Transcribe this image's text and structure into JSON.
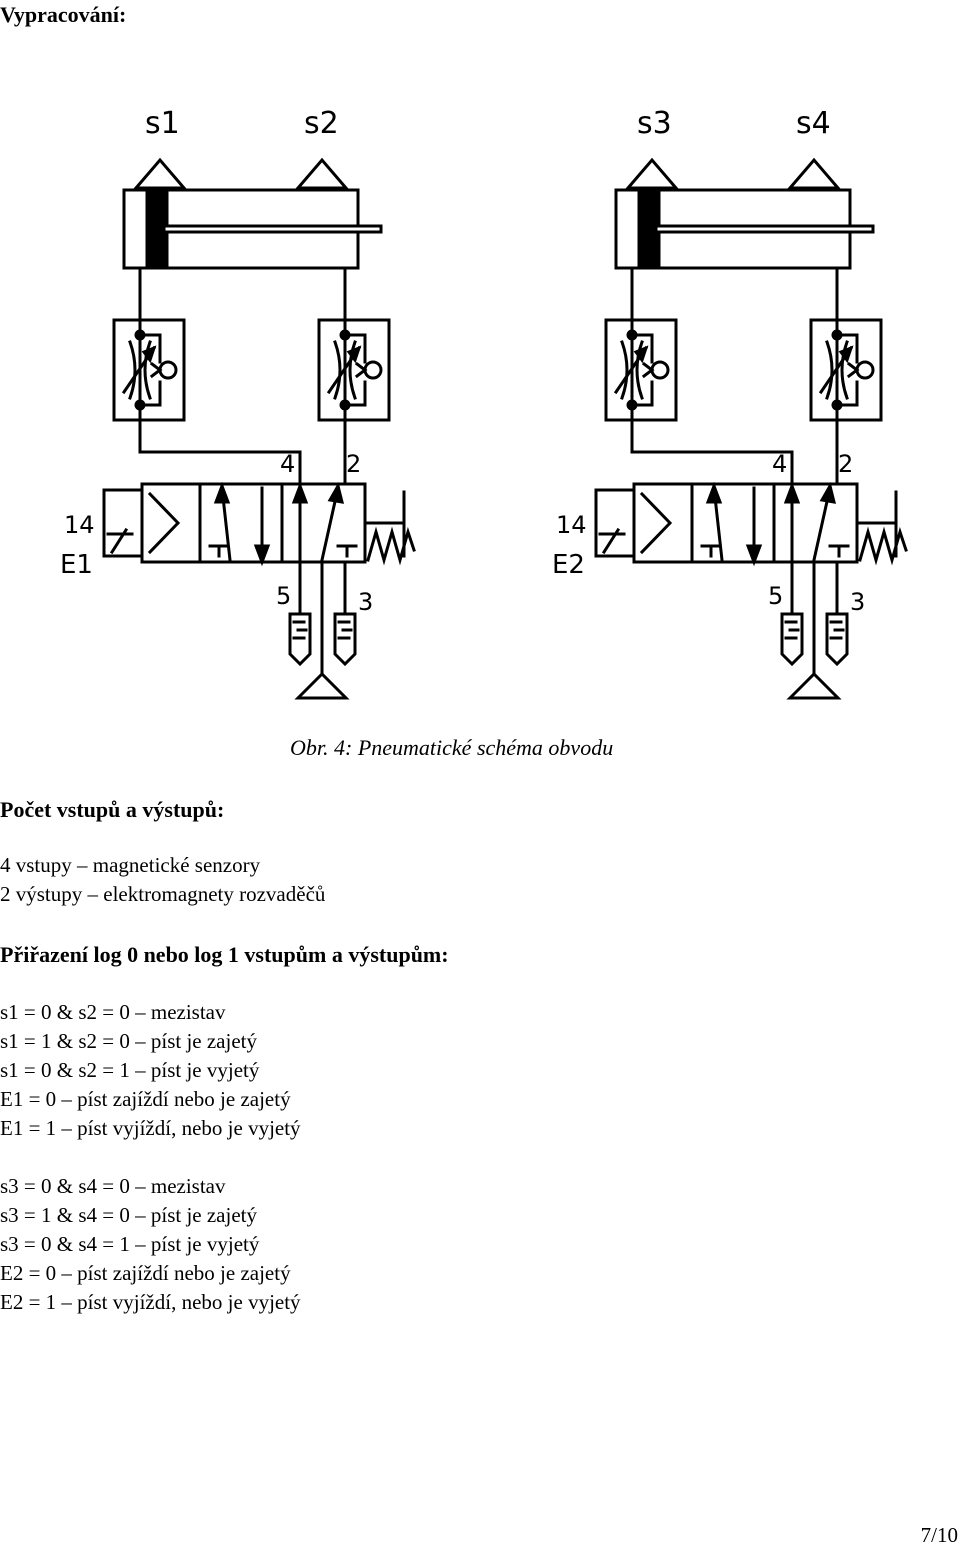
{
  "page_title": "Vypracování:",
  "figure": {
    "caption": "Obr. 4: Pneumatické schéma obvodu",
    "circuits": [
      {
        "sensor_left": "s1",
        "sensor_right": "s2",
        "solenoid_port": "14",
        "solenoid": "E1",
        "port_out_a": "4",
        "port_out_b": "2",
        "port_exhaust_a": "5",
        "port_exhaust_b": "3"
      },
      {
        "sensor_left": "s3",
        "sensor_right": "s4",
        "solenoid_port": "14",
        "solenoid": "E2",
        "port_out_a": "4",
        "port_out_b": "2",
        "port_exhaust_a": "5",
        "port_exhaust_b": "3"
      }
    ]
  },
  "io_section": {
    "heading": "Počet vstupů a výstupů:",
    "lines": [
      "4 vstupy – magnetické senzory",
      "2 výstupy – elektromagnety rozvaděčů"
    ]
  },
  "assignment_section": {
    "heading": "Přiřazení log 0 nebo log 1 vstupům a výstupům:",
    "group1": [
      "s1 = 0 & s2 = 0 – mezistav",
      "s1 = 1 & s2 = 0 – píst je zajetý",
      "s1 = 0 & s2 = 1 – píst je vyjetý",
      "E1 = 0 – píst zajíždí nebo je zajetý",
      "E1 = 1 – píst vyjíždí, nebo je vyjetý"
    ],
    "group2": [
      "s3 = 0 & s4 = 0 – mezistav",
      "s3 = 1 & s4 = 0 – píst je zajetý",
      "s3 = 0 & s4 = 1 – píst je vyjetý",
      "E2 = 0 – píst zajíždí nebo je zajetý",
      "E2 = 1 – píst vyjíždí, nebo je vyjetý"
    ]
  },
  "page_number": "7/10"
}
